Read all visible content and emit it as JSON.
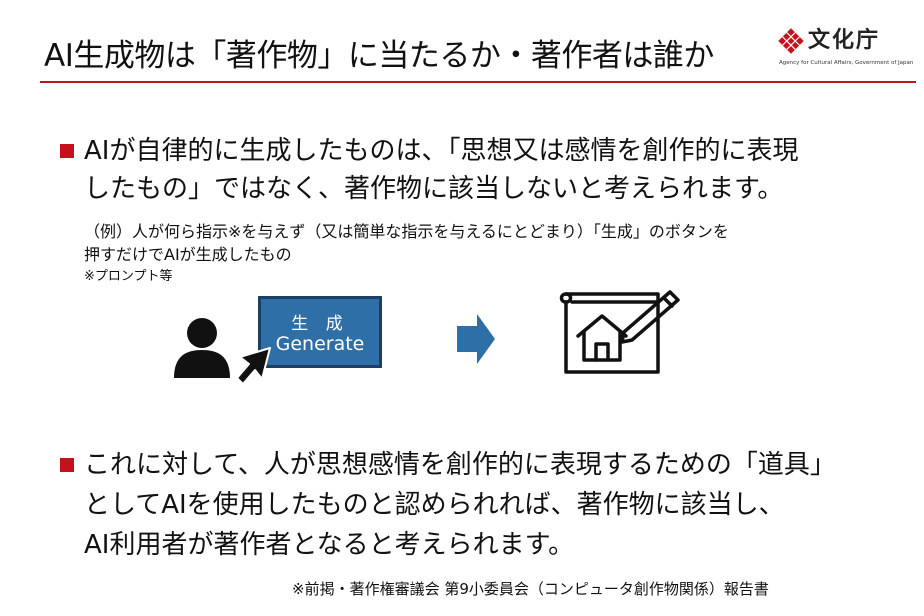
{
  "header": {
    "title": "AI生成物は「著作物」に当たるか・著作者は誰か",
    "logo_text": "文化庁",
    "logo_subtitle": "Agency for Cultural Affairs, Government of Japan"
  },
  "section1": {
    "line1": "AIが自律的に生成したものは、「思想又は感情を創作的に表現",
    "line2": "したもの」ではなく、著作物に該当しないと考えられます。",
    "example_line1": "（例）人が何ら指示※を与えず（又は簡単な指示を与えるにとどまり）「生成」のボタンを",
    "example_line2": "押すだけでAIが生成したもの",
    "note": "※プロンプト等"
  },
  "illustration": {
    "button_label_ja": "生 成",
    "button_label_en": "Generate"
  },
  "section2": {
    "line1": "これに対して、人が思想感情を創作的に表現するための「道具」",
    "line2": "としてAIを使用したものと認められれば、著作物に該当し、",
    "line3": "AI利用者が著作者となると考えられます。"
  },
  "footnote": "※前掲・著作権審議会 第9小委員会（コンピュータ創作物関係）報告書",
  "colors": {
    "accent": "#c4121c",
    "button": "#2e6fa7",
    "arrow": "#2e6fa7"
  }
}
